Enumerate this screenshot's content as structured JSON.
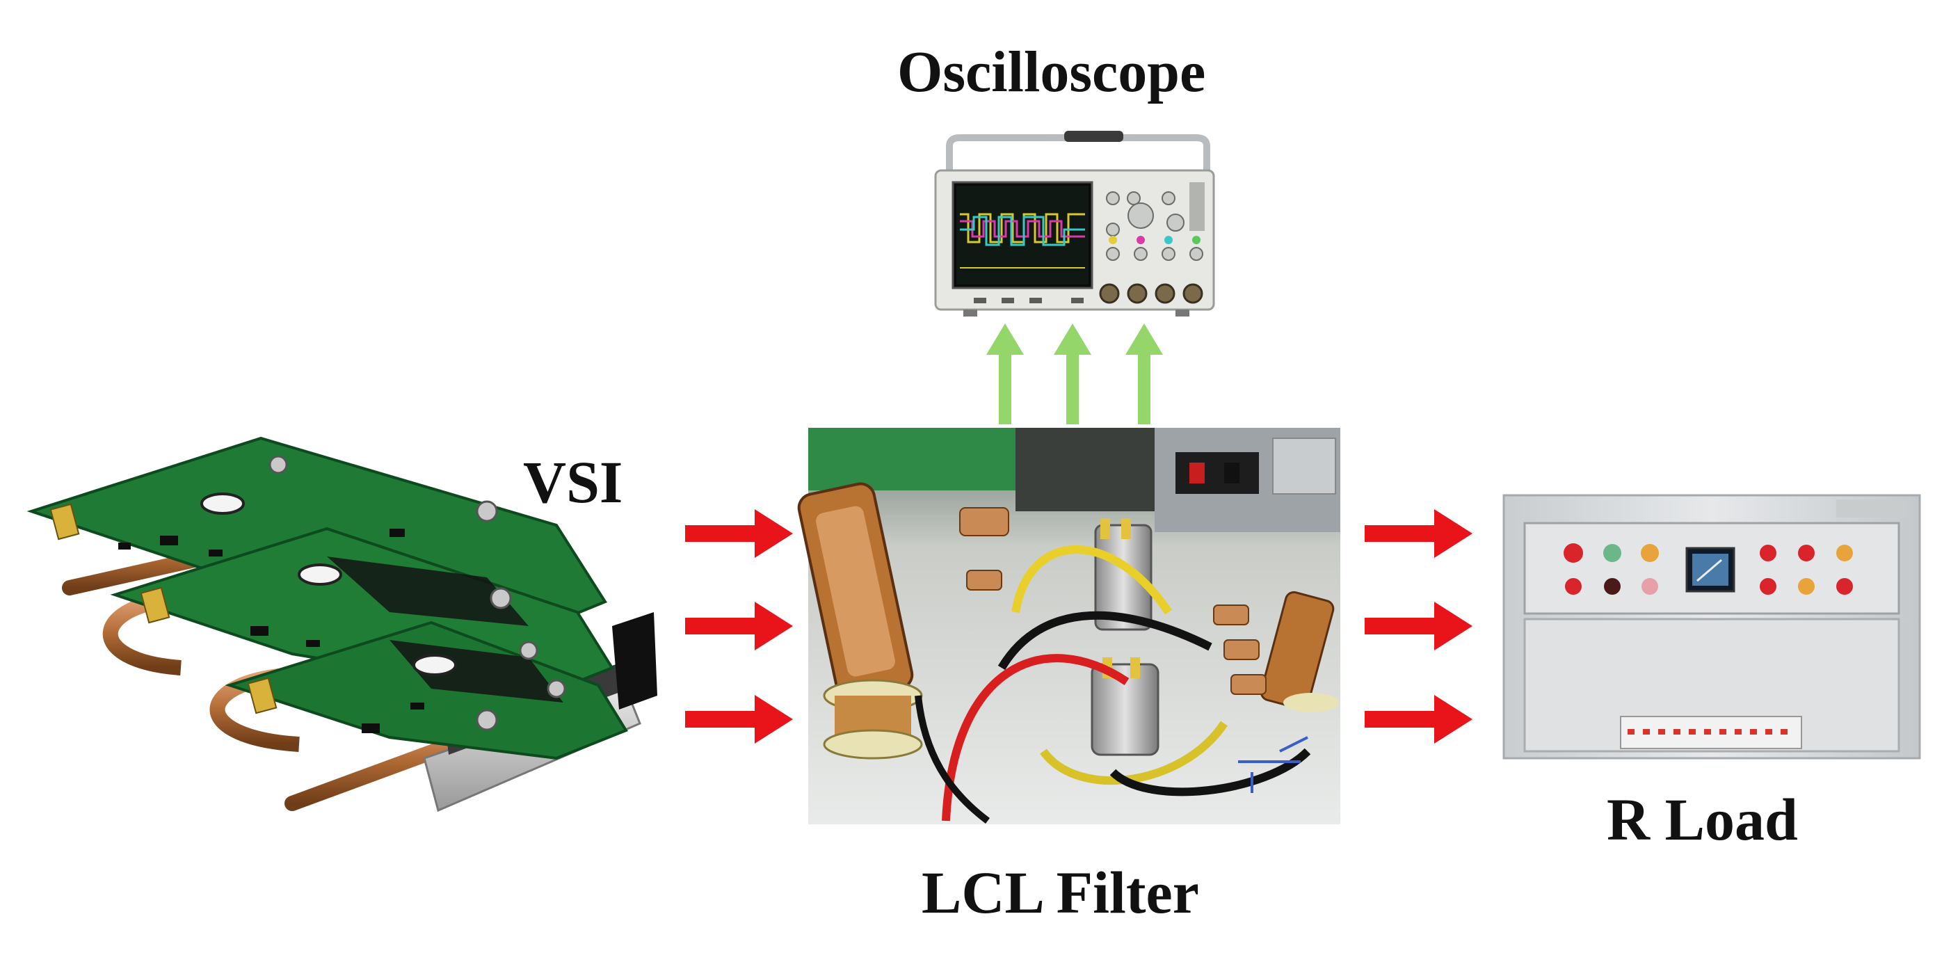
{
  "labels": {
    "oscilloscope": "Oscilloscope",
    "vsi": "VSI",
    "lcl_filter": "LCL Filter",
    "r_load": "R Load"
  },
  "colors": {
    "power_arrow": "#e8141a",
    "signal_arrow": "#94d66a",
    "pcb_green": "#1e7a34",
    "copper": "#b87333",
    "cabinet": "#d9dcdd"
  },
  "arrows": {
    "power_left_count": 3,
    "power_right_count": 3,
    "measurement_count": 3
  },
  "components": [
    "vsi-photo",
    "lcl-filter-photo",
    "oscilloscope-photo",
    "r-load-cabinet-photo"
  ]
}
